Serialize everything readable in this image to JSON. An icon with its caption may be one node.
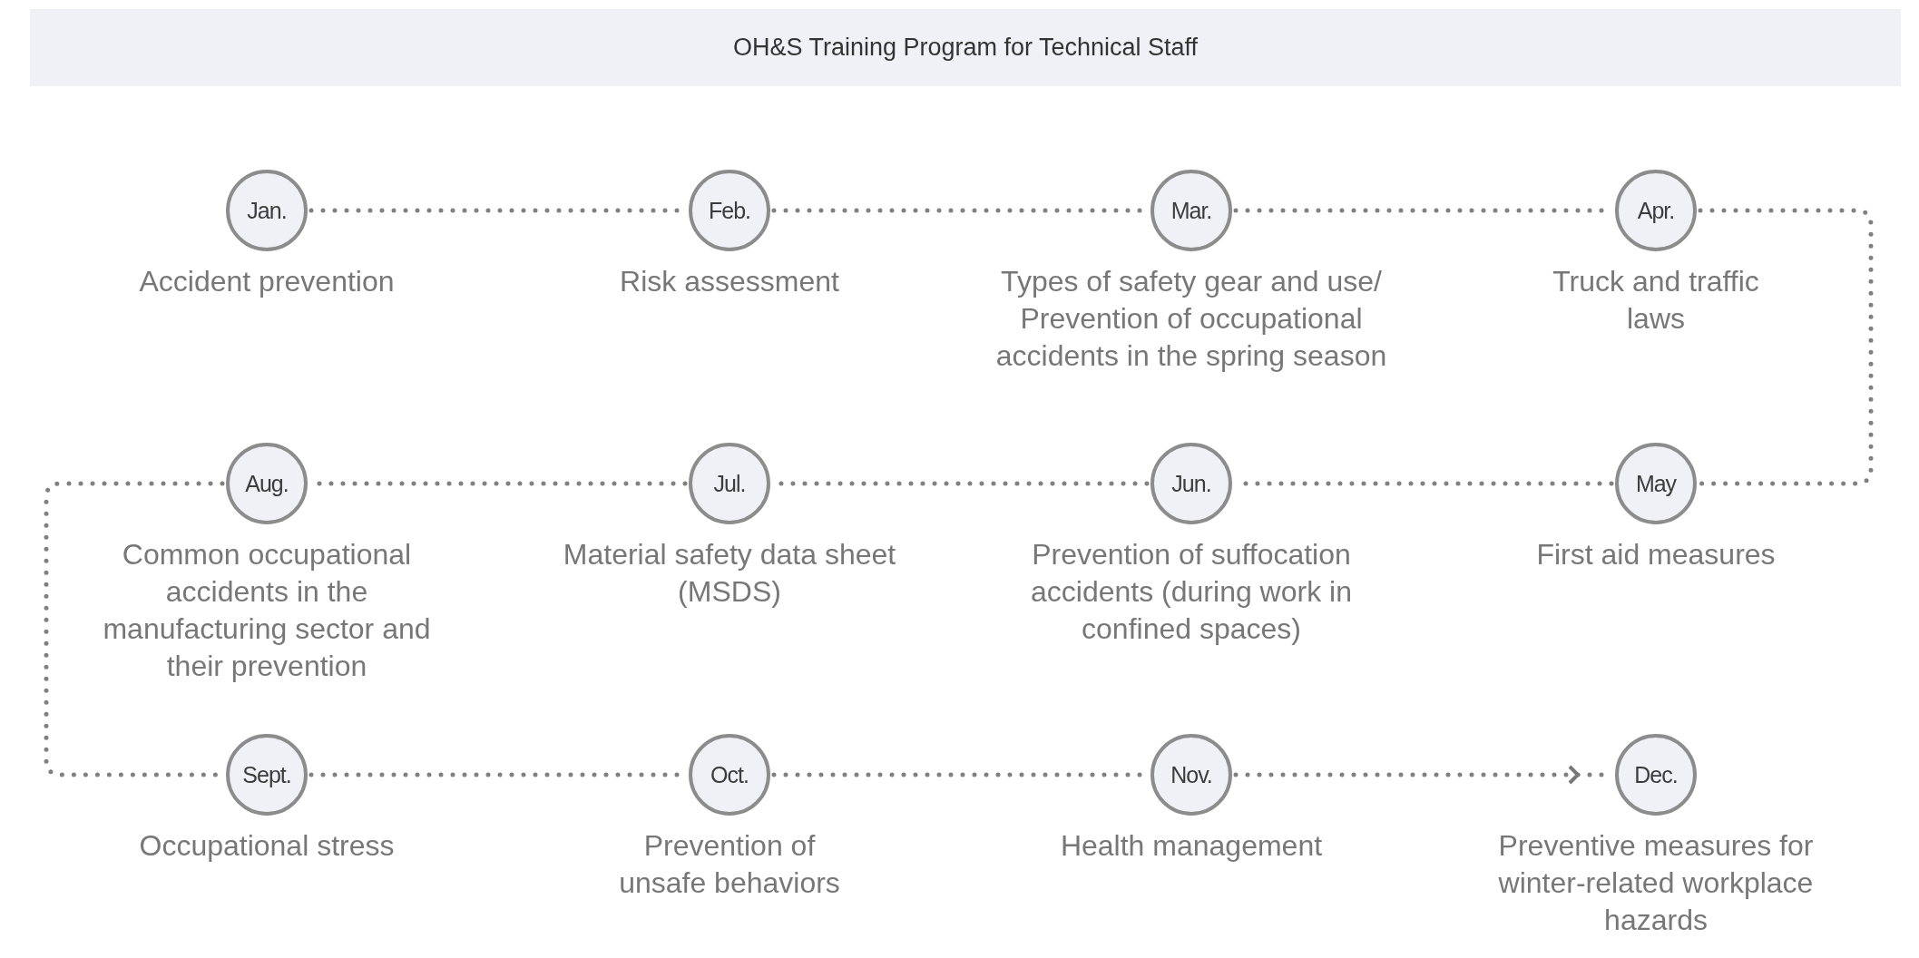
{
  "diagram": {
    "title": "OH&S Training Program for Technical Staff",
    "nodes": [
      {
        "text": [
          "Jan."
        ],
        "beside": [
          "Accident prevention"
        ]
      },
      {
        "text": [
          "Feb."
        ],
        "beside": [
          "Risk assessment"
        ]
      },
      {
        "text": [
          "Mar."
        ],
        "beside": [
          "Types of safety gear and use/ Prevention of occupational accidents in the spring season"
        ]
      },
      {
        "text": [
          "Apr."
        ],
        "beside": [
          "Truck and traffic laws"
        ]
      },
      {
        "text": [
          "May"
        ],
        "beside": [
          "First aid measures"
        ]
      },
      {
        "text": [
          "Jun."
        ],
        "beside": [
          "Prevention of suffocation accidents (during work in confined spaces)"
        ]
      },
      {
        "text": [
          "Jul."
        ],
        "beside": [
          "Material safety data sheet (MSDS)"
        ]
      },
      {
        "text": [
          "Aug."
        ],
        "beside": [
          "Common occupational accidents in the manufacturing sector and their prevention"
        ]
      },
      {
        "text": [
          "Sept."
        ],
        "beside": [
          "Occupational stress"
        ]
      },
      {
        "text": [
          "Oct."
        ],
        "beside": [
          "Prevention of unsafe behaviors"
        ]
      },
      {
        "text": [
          "Nov."
        ],
        "beside": [
          "Health management"
        ]
      },
      {
        "text": [
          "Dec."
        ],
        "beside": [
          "Preventive measures for winter-related workplace hazards"
        ]
      }
    ],
    "edges": [
      {
        "from": 0,
        "to": 1,
        "arrow": "none"
      },
      {
        "from": 1,
        "to": 2,
        "arrow": "none"
      },
      {
        "from": 2,
        "to": 3,
        "arrow": "none"
      },
      {
        "from": 3,
        "to": 4,
        "arrow": "none"
      },
      {
        "from": 4,
        "to": 5,
        "arrow": "none"
      },
      {
        "from": 5,
        "to": 6,
        "arrow": "none"
      },
      {
        "from": 6,
        "to": 7,
        "arrow": "none"
      },
      {
        "from": 7,
        "to": 8,
        "arrow": "none"
      },
      {
        "from": 8,
        "to": 9,
        "arrow": "none"
      },
      {
        "from": 9,
        "to": 10,
        "arrow": "none"
      },
      {
        "from": 10,
        "to": 11,
        "arrow": "to"
      }
    ]
  }
}
